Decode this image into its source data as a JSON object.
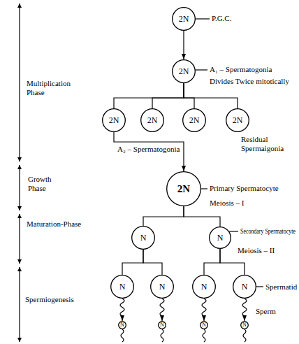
{
  "diagram": {
    "nodes": [
      {
        "text": [
          "2N"
        ]
      },
      {
        "text": [
          "2N"
        ]
      },
      {
        "text": [
          "2N"
        ]
      },
      {
        "text": [
          "2N"
        ]
      },
      {
        "text": [
          "2N"
        ]
      },
      {
        "text": [
          "2N"
        ]
      },
      {
        "text": [
          "2N"
        ]
      },
      {
        "text": [
          "N"
        ]
      },
      {
        "text": [
          "N"
        ]
      },
      {
        "text": [
          "N"
        ]
      },
      {
        "text": [
          "N"
        ]
      },
      {
        "text": [
          "N"
        ]
      },
      {
        "text": [
          "N"
        ]
      },
      {
        "text": [
          "N"
        ]
      },
      {
        "text": [
          "N"
        ]
      },
      {
        "text": [
          "N"
        ]
      },
      {
        "text": [
          "N"
        ]
      }
    ],
    "edges": [
      {
        "from": 0,
        "to": 1,
        "arrow": "to"
      },
      {
        "from": 1,
        "to": 2,
        "arrow": "none"
      },
      {
        "from": 1,
        "to": 3,
        "arrow": "none"
      },
      {
        "from": 1,
        "to": 4,
        "arrow": "none"
      },
      {
        "from": 1,
        "to": 5,
        "arrow": "none"
      },
      {
        "from": 2,
        "to": 6,
        "arrow": "to"
      },
      {
        "from": 6,
        "to": 7,
        "arrow": "none"
      },
      {
        "from": 6,
        "to": 8,
        "arrow": "none"
      },
      {
        "from": 7,
        "to": 9,
        "arrow": "none"
      },
      {
        "from": 7,
        "to": 10,
        "arrow": "none"
      },
      {
        "from": 8,
        "to": 11,
        "arrow": "none"
      },
      {
        "from": 8,
        "to": 12,
        "arrow": "none"
      },
      {
        "from": 9,
        "to": 13,
        "arrow": "to"
      },
      {
        "from": 10,
        "to": 14,
        "arrow": "to"
      },
      {
        "from": 11,
        "to": 15,
        "arrow": "to"
      },
      {
        "from": 12,
        "to": 16,
        "arrow": "to"
      }
    ],
    "labels": [
      "Multiplication Phase",
      "P.G.C.",
      "A₁ – Spermatogonia",
      "Divides Twice mitotically",
      "A₂ – Spermatogonia",
      "Residual Spermaigonia",
      "Growth Phase",
      "Primary Spermatocyte",
      "Meiosis – I",
      "Maturation-Phase",
      "Secondary Spermatocyte",
      "Meiosis – II",
      "Spermiogenesis",
      "Spermatid",
      "Sperm"
    ]
  }
}
